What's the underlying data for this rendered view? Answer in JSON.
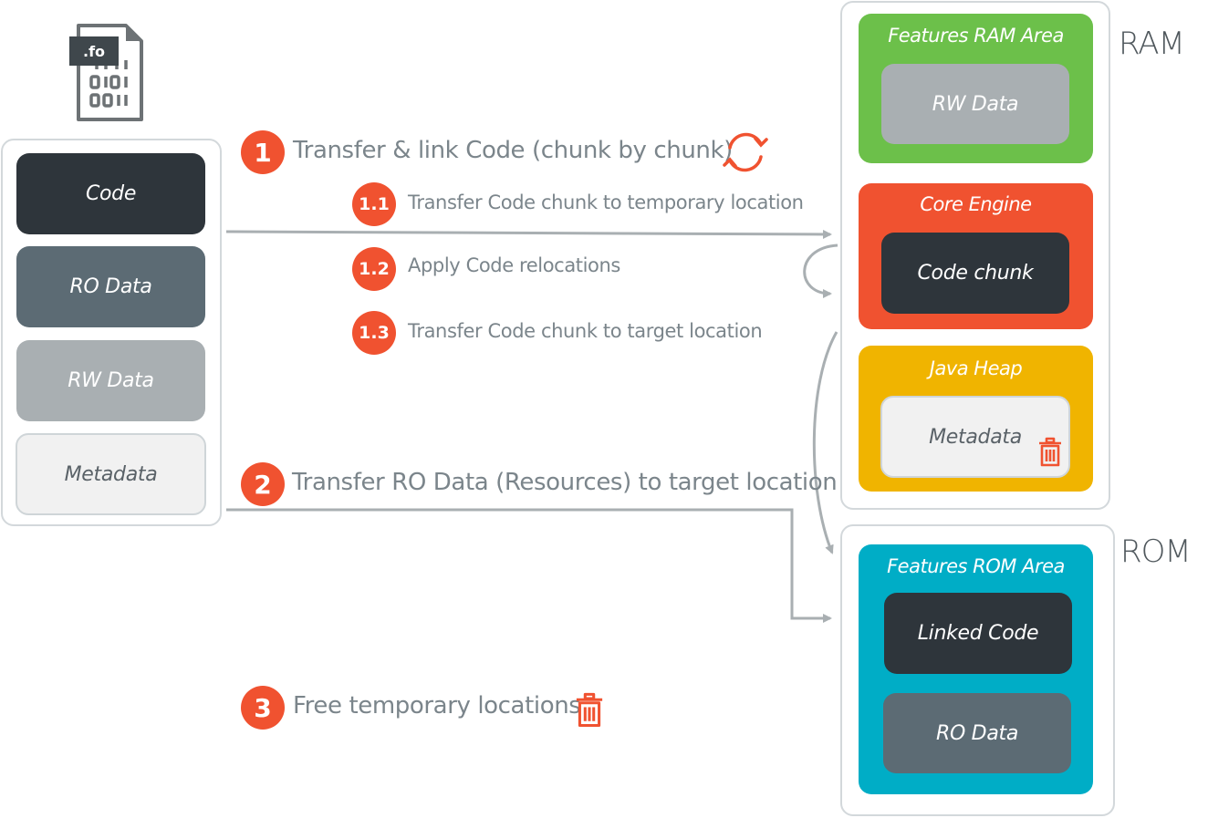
{
  "file_icon": {
    "extension": ".fo",
    "icon": "binary-file-icon"
  },
  "source": {
    "blocks": [
      {
        "label": "Code",
        "style": "dark"
      },
      {
        "label": "RO Data",
        "style": "slate"
      },
      {
        "label": "RW Data",
        "style": "gray"
      },
      {
        "label": "Metadata",
        "style": "light"
      }
    ]
  },
  "steps": {
    "step1": {
      "number": "1",
      "text": "Transfer & link Code (chunk by chunk)",
      "icon": "refresh-icon"
    },
    "step1_1": {
      "number": "1.1",
      "text": "Transfer Code chunk to temporary location"
    },
    "step1_2": {
      "number": "1.2",
      "text": "Apply Code relocations"
    },
    "step1_3": {
      "number": "1.3",
      "text": "Transfer Code chunk to target location"
    },
    "step2": {
      "number": "2",
      "text": "Transfer RO Data (Resources) to target location"
    },
    "step3": {
      "number": "3",
      "text": "Free temporary locations",
      "icon": "trash-icon"
    }
  },
  "ram": {
    "label": "RAM",
    "areas": {
      "features": {
        "title": "Features RAM Area",
        "inner": "RW Data",
        "color": "#6cc04a"
      },
      "core": {
        "title": "Core Engine",
        "inner": "Code chunk",
        "color": "#f05230"
      },
      "heap": {
        "title": "Java Heap",
        "inner": "Metadata",
        "color": "#f0b400",
        "icon": "trash-icon"
      }
    }
  },
  "rom": {
    "label": "ROM",
    "area": {
      "title": "Features ROM Area",
      "blocks": [
        "Linked Code",
        "RO Data"
      ],
      "color": "#00adc6"
    }
  },
  "colors": {
    "accent": "#f05230",
    "arrow": "#a9afb2",
    "frame": "#d3d8db",
    "text": "#7b858b"
  }
}
